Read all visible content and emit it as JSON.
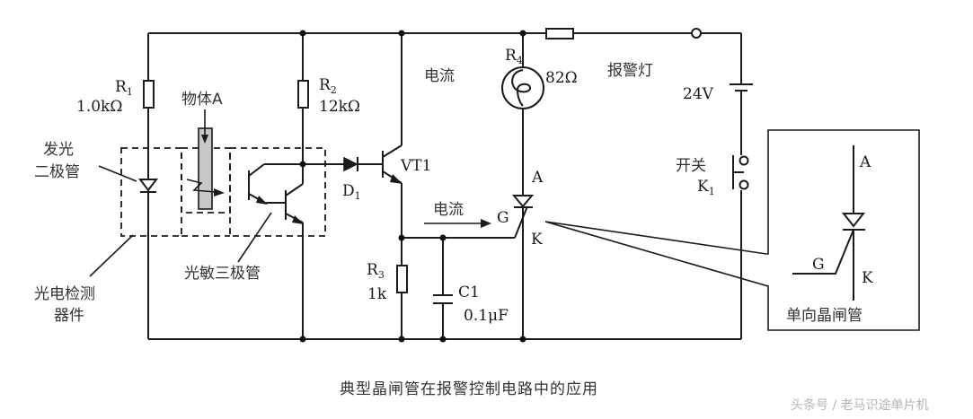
{
  "diagram": {
    "title_caption": "典型晶闸管在报警控制电路中的应用",
    "watermark": "头条号 / 老马识途单片机",
    "components": {
      "r1": {
        "name": "R",
        "sub": "1",
        "value": "1.0kΩ"
      },
      "r2": {
        "name": "R",
        "sub": "2",
        "value": "12kΩ"
      },
      "r3": {
        "name": "R",
        "sub": "3",
        "value": "1k"
      },
      "r4": {
        "name": "R",
        "sub": "4",
        "value": "82Ω"
      },
      "c1": {
        "name": "C1",
        "value": "0.1μF"
      },
      "d1": {
        "name": "D",
        "sub": "1"
      },
      "vt1": {
        "name": "VT1"
      },
      "battery": {
        "value": "24V"
      },
      "switch": {
        "label": "开关",
        "name": "K",
        "sub": "1"
      },
      "scr": {
        "anode": "A",
        "gate": "G",
        "cathode": "K"
      }
    },
    "labels": {
      "object_a": "物体A",
      "led_line1": "发光",
      "led_line2": "二极管",
      "photo_detector_line1": "光电检测",
      "photo_detector_line2": "器件",
      "phototransistor": "光敏三极管",
      "current_top": "电流",
      "current_gate": "电流",
      "alarm_lamp": "报警灯"
    },
    "inset": {
      "anode": "A",
      "gate": "G",
      "cathode": "K",
      "title": "单向晶闸管"
    }
  }
}
